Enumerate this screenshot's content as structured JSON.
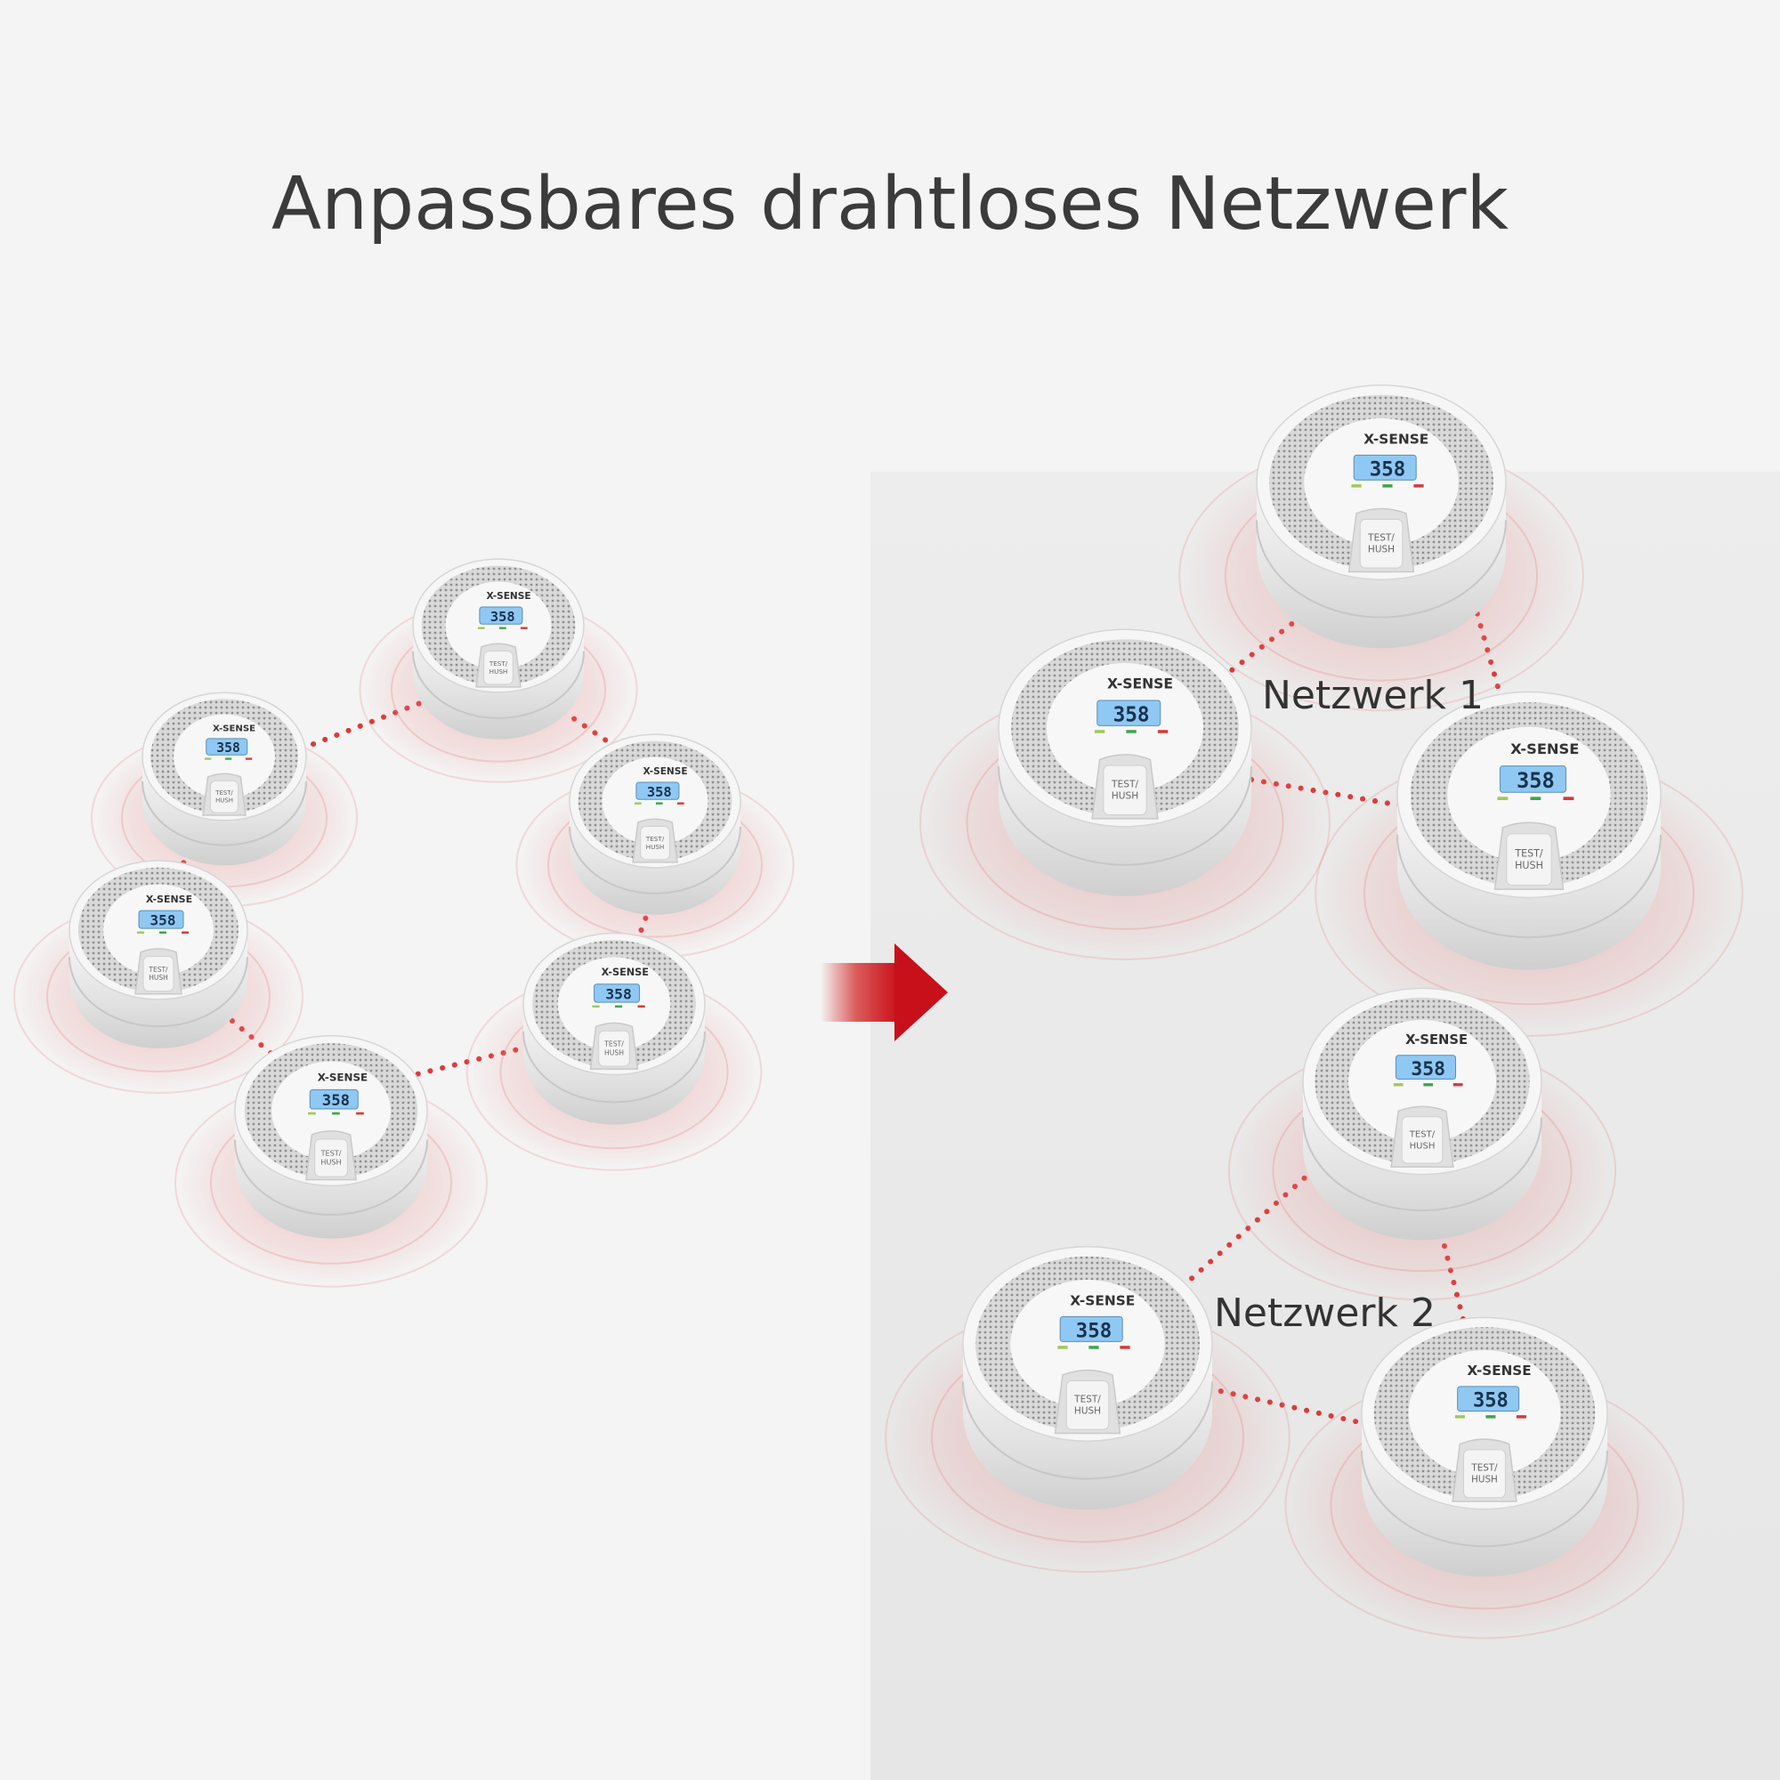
{
  "title": "Anpassbares drahtloses Netzwerk",
  "networks": [
    {
      "label": "Netzwerk 1"
    },
    {
      "label": "Netzwerk 2"
    }
  ],
  "detector": {
    "brand": "X-SENSE",
    "lcd_value": "358",
    "button_label_line1": "TEST/",
    "button_label_line2": "HUSH"
  },
  "colors": {
    "connection": "#dc3a3a",
    "arrow": "#d11a1a",
    "lcd": "#8fc8f2",
    "ripple": "#e98585",
    "title": "#3b3b3b"
  },
  "icons": [
    "arrow-right-icon",
    "co-detector-icon"
  ]
}
